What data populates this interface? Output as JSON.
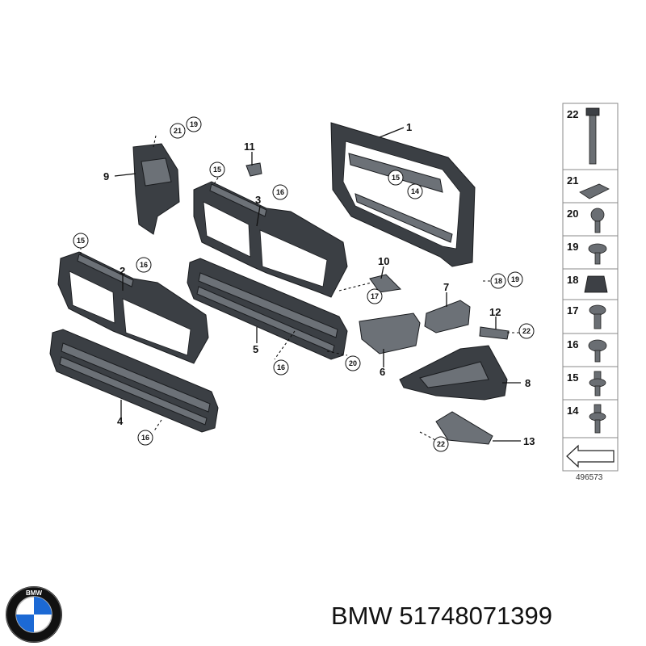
{
  "callouts": [
    {
      "id": "c1",
      "label": "1"
    },
    {
      "id": "c2",
      "label": "2"
    },
    {
      "id": "c3",
      "label": "3"
    },
    {
      "id": "c4",
      "label": "4"
    },
    {
      "id": "c5",
      "label": "5"
    },
    {
      "id": "c6",
      "label": "6"
    },
    {
      "id": "c7",
      "label": "7"
    },
    {
      "id": "c8",
      "label": "8"
    },
    {
      "id": "c9",
      "label": "9"
    },
    {
      "id": "c10",
      "label": "10"
    },
    {
      "id": "c11",
      "label": "11"
    },
    {
      "id": "c12",
      "label": "12"
    },
    {
      "id": "c13",
      "label": "13"
    }
  ],
  "circled_refs": [
    {
      "id": "r21a",
      "label": "21"
    },
    {
      "id": "r19a",
      "label": "19"
    },
    {
      "id": "r15a",
      "label": "15"
    },
    {
      "id": "r16a",
      "label": "16"
    },
    {
      "id": "r15b",
      "label": "15"
    },
    {
      "id": "r14a",
      "label": "14"
    },
    {
      "id": "r15c",
      "label": "15"
    },
    {
      "id": "r16b",
      "label": "16"
    },
    {
      "id": "r17a",
      "label": "17"
    },
    {
      "id": "r18a",
      "label": "18"
    },
    {
      "id": "r19b",
      "label": "19"
    },
    {
      "id": "r22a",
      "label": "22"
    },
    {
      "id": "r16c",
      "label": "16"
    },
    {
      "id": "r20a",
      "label": "20"
    },
    {
      "id": "r16d",
      "label": "16"
    },
    {
      "id": "r22b",
      "label": "22"
    }
  ],
  "legend": [
    "22",
    "21",
    "20",
    "19",
    "18",
    "17",
    "16",
    "15",
    "14"
  ],
  "diagram_id": "496573",
  "brand": {
    "name": "BMW",
    "part_number": "51748071399",
    "caption": "BMW 51748071399",
    "logo_letters": "BMW",
    "colors": {
      "blue": "#1c69d4",
      "ring": "#111111",
      "white": "#ffffff"
    }
  }
}
